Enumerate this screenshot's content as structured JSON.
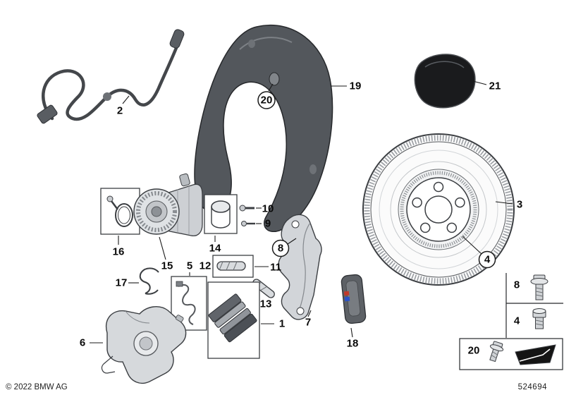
{
  "footer": {
    "copyright": "© 2022 BMW AG",
    "diagram_number": "524694"
  },
  "colors": {
    "shield": "#53575c",
    "adhesive_pad": "#1a1b1d",
    "marker_red": "#c0392b",
    "marker_blue": "#2a52c9",
    "wedge_black": "#141414"
  },
  "callouts": {
    "p1": "1",
    "p2": "2",
    "p3": "3",
    "p4": "4",
    "p5": "5",
    "p6": "6",
    "p7": "7",
    "p8": "8",
    "p9": "9",
    "p10": "10",
    "p11": "11",
    "p12": "12",
    "p13": "13",
    "p14": "14",
    "p15": "15",
    "p16": "16",
    "p17": "17",
    "p18": "18",
    "p19": "19",
    "p20": "20",
    "p21": "21",
    "side_bolt": "8",
    "side_plug": "4",
    "side_screw": "20"
  }
}
